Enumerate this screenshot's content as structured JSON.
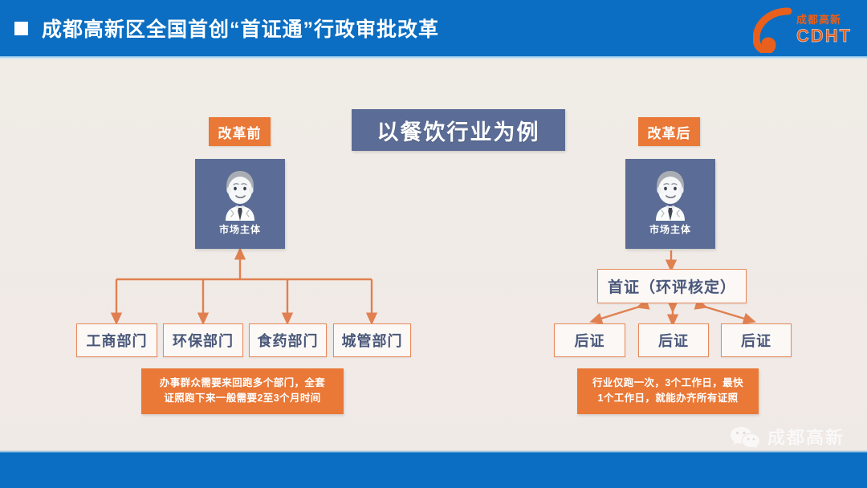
{
  "header": {
    "bullet_icon": "square-bullet-icon",
    "title": "成都高新区全国首创“首证通”行政审批改革",
    "bg_color": "#0b6ec2",
    "logo": {
      "icon": "cdht-swoosh-icon",
      "cn": "成都高新",
      "en": "CDHT",
      "color": "#e8601c"
    }
  },
  "slide": {
    "center_title": "以餐饮行业为例",
    "title_bg": "#5b6d96",
    "accent_orange": "#ea7836",
    "box_border": "#e8885a",
    "box_text_color": "#49577a"
  },
  "before": {
    "badge": "改革前",
    "avatar": {
      "icon": "businessman-avatar-icon",
      "label": "市场主体"
    },
    "departments": [
      "工商部门",
      "环保部门",
      "食药部门",
      "城管部门"
    ],
    "note": [
      "办事群众需要来回跑多个部门，全套",
      "证照跑下来一般需要2至3个月时间"
    ]
  },
  "after": {
    "badge": "改革后",
    "avatar": {
      "icon": "businessman-avatar-icon",
      "label": "市场主体"
    },
    "first_cert": "首证（环评核定）",
    "post_certs": [
      "后证",
      "后证",
      "后证"
    ],
    "note": [
      "行业仅跑一次，3个工作日，最快",
      "1个工作日，就能办齐所有证照"
    ]
  },
  "footer": {
    "watermark_icon": "wechat-icon",
    "watermark_text": "成都高新",
    "bg_color": "#0b6ec2"
  }
}
